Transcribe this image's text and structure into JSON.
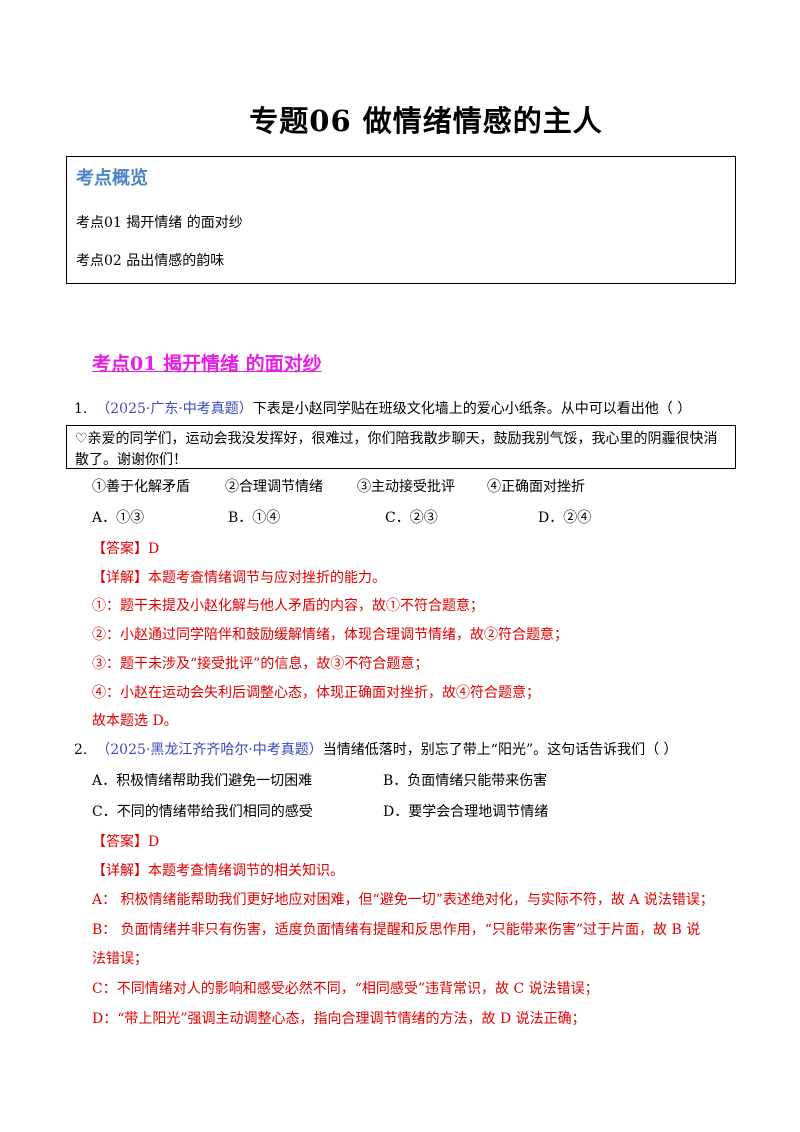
{
  "title": "专题06  做情绪情感的主人",
  "overview": {
    "heading": "考点概览",
    "items": [
      "考点01  揭开情绪  的面对纱",
      "考点02 品出情感的韵味"
    ]
  },
  "section1": {
    "heading": "考点01  揭开情绪  的面对纱"
  },
  "q1": {
    "number": "1.",
    "source": "（2025·广东·中考真题）",
    "stem": "下表是小赵同学贴在班级文化墙上的爱心小纸条。从中可以看出他（      ）",
    "quote_line1": "♡亲爱的同学们，运动会我没发挥好，很难过，你们陪我散步聊天，鼓励我别气馁，我心里的阴霾很快消",
    "quote_line2": "散了。谢谢你们！",
    "statements": [
      "①善于化解矛盾",
      "②合理调节情绪",
      "③主动接受批评",
      "④正确面对挫折"
    ],
    "options": [
      "A．①③",
      "B．①④",
      "C．②③",
      "D．②④"
    ],
    "answer": "【答案】D",
    "detail": "【详解】本题考查情绪调节与应对挫折的能力。",
    "analysis": [
      "①：题干未提及小赵化解与他人矛盾的内容，故①不符合题意；",
      "②：小赵通过同学陪伴和鼓励缓解情绪，体现合理调节情绪，故②符合题意；",
      "③：题干未涉及“接受批评”的信息，故③不符合题意；",
      "④：小赵在运动会失利后调整心态，体现正确面对挫折，故④符合题意；"
    ],
    "conclusion": "故本题选 D。"
  },
  "q2": {
    "number": "2.",
    "source": "（2025·黑龙江齐齐哈尔·中考真题）",
    "stem": "当情绪低落时，别忘了带上“阳光”。这句话告诉我们（      ）",
    "options": [
      "A．积极情绪帮助我们避免一切困难",
      "B．负面情绪只能带来伤害",
      "C．不同的情绪带给我们相同的感受",
      "D．要学会合理地调节情绪"
    ],
    "answer": "【答案】D",
    "detail": "【详解】本题考查情绪调节的相关知识。",
    "analysis_a": "A：  积极情绪能帮助我们更好地应对困难，但“避免一切”表述绝对化，与实际不符，故 A 说法错误；",
    "analysis_b1": "B：  负面情绪并非只有伤害，适度负面情绪有提醒和反思作用，“只能带来伤害”过于片面，故 B 说",
    "analysis_b2": "法错误；",
    "analysis_c": "C：不同情绪对人的影响和感受必然不同，“相同感受”违背常识，故 C 说法错误；",
    "analysis_d": "D：“带上阳光”强调主动调整心态，指向合理调节情绪的方法，故 D 说法正确；"
  }
}
